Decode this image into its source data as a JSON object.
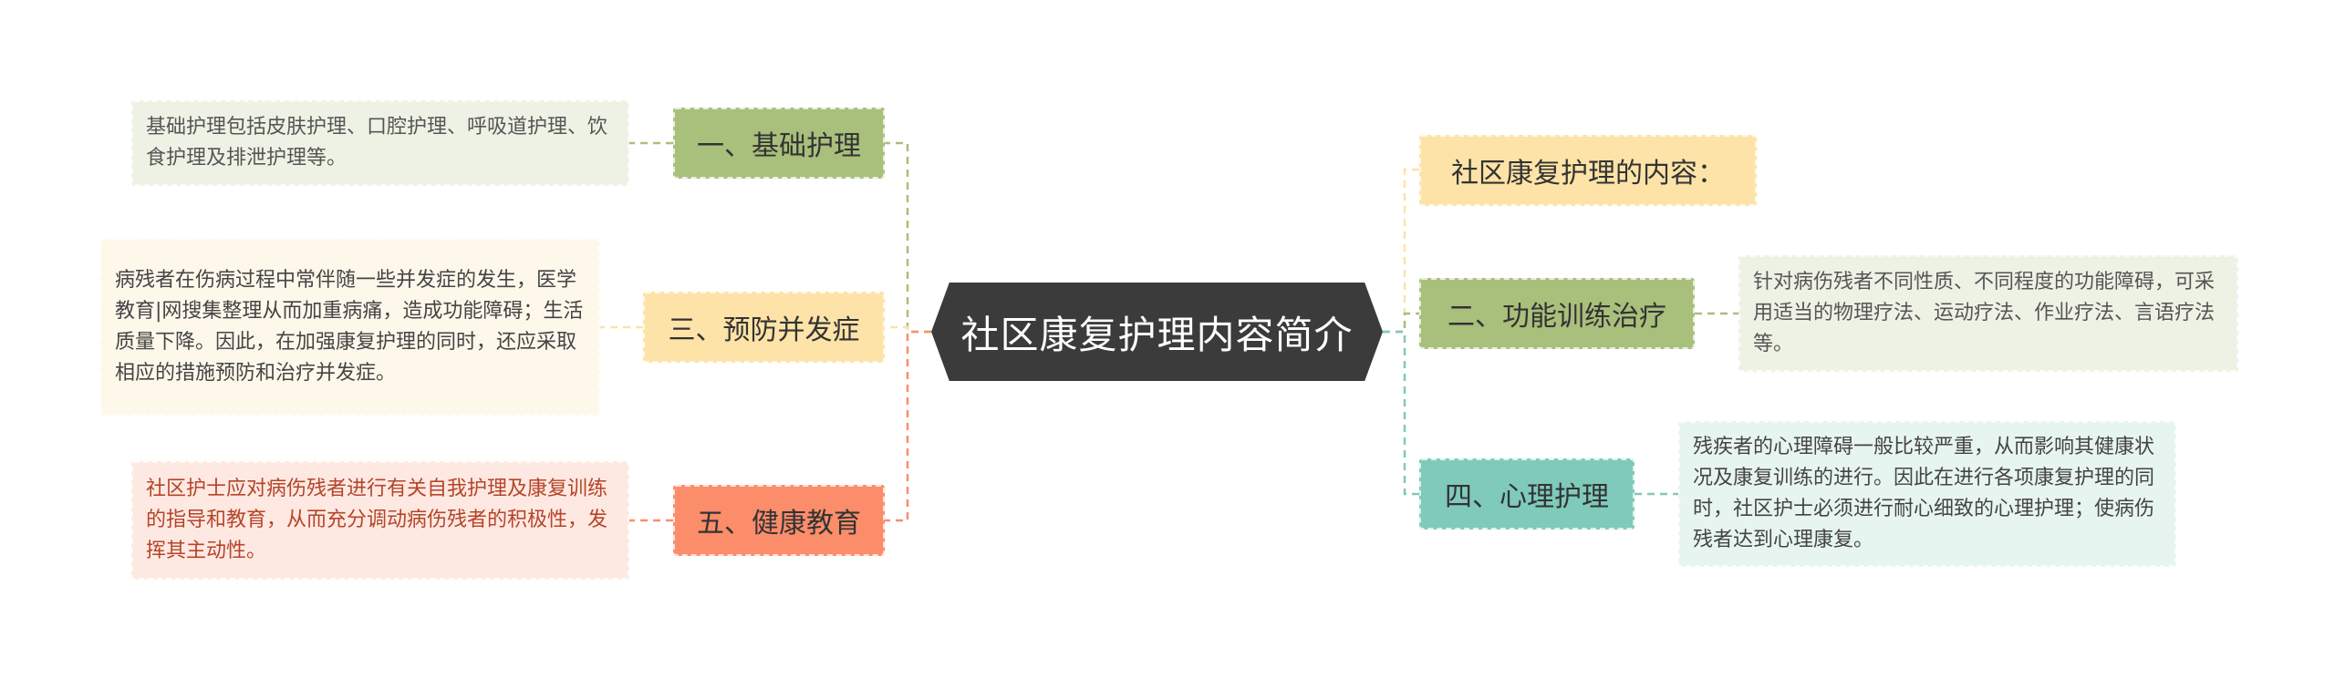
{
  "center": {
    "title": "社区康复护理内容简介"
  },
  "nodes": {
    "basic_care": {
      "label": "一、基础护理",
      "detail": "基础护理包括皮肤护理、口腔护理、呼吸道护理、饮食护理及排泄护理等。"
    },
    "prevention": {
      "label": "三、预防并发症",
      "detail": "病残者在伤病过程中常伴随一些并发症的发生，医学教育|网搜集整理从而加重病痛，造成功能障碍；生活质量下降。因此，在加强康复护理的同时，还应采取相应的措施预防和治疗并发症。"
    },
    "health_education": {
      "label": "五、健康教育",
      "detail": "社区护士应对病伤残者进行有关自我护理及康复训练的指导和教育，从而充分调动病伤残者的积极性，发挥其主动性。"
    },
    "content_heading": {
      "label": "社区康复护理的内容："
    },
    "functional_training": {
      "label": "二、功能训练治疗",
      "detail": "针对病伤残者不同性质、不同程度的功能障碍，可采用适当的物理疗法、运动疗法、作业疗法、言语疗法等。"
    },
    "psychological_care": {
      "label": "四、心理护理",
      "detail": "残疾者的心理障碍一般比较严重，从而影响其健康状况及康复训练的进行。因此在进行各项康复护理的同时，社区护士必须进行耐心细致的心理护理；使病伤残者达到心理康复。"
    }
  },
  "colors": {
    "center_bg": "#3b3b3b",
    "green_node": "#a9bf7c",
    "green_leaf": "#eef2e4",
    "yellow_node": "#fde3a7",
    "yellow_leaf": "#fef8eb",
    "orange_node": "#fb8d6b",
    "orange_leaf": "#fee9e2",
    "teal_node": "#7fcabb",
    "teal_leaf": "#e7f5f1"
  }
}
